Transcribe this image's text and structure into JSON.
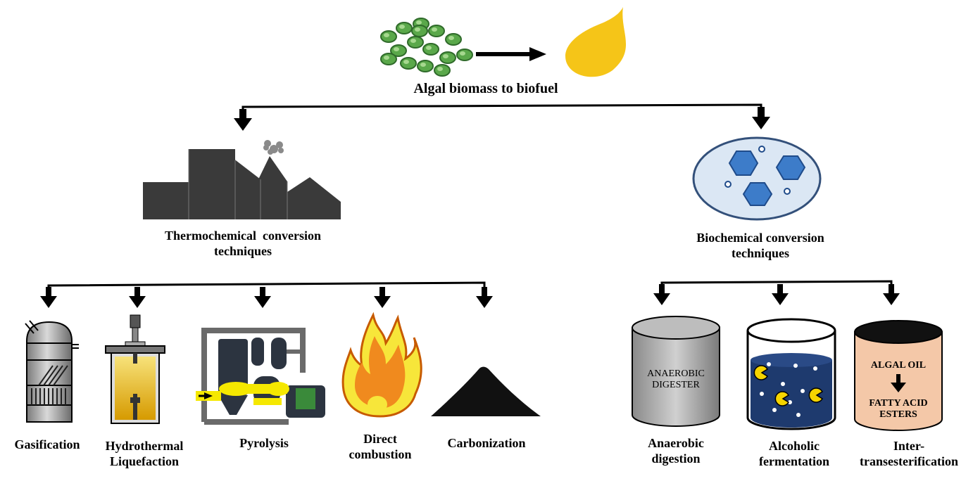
{
  "title": "Algal biomass to biofuel",
  "branches": {
    "thermochemical": {
      "label_line1": "Thermochemical  conversion",
      "label_line2": "techniques",
      "methods": [
        "Gasification",
        "Hydrothermal",
        "Liquefaction",
        "Pyrolysis",
        "Direct",
        "combustion",
        "Carbonization"
      ]
    },
    "biochemical": {
      "label_line1": "Biochemical conversion",
      "label_line2": "techniques",
      "methods": [
        "Anaerobic",
        "digestion",
        "Alcoholic",
        "fermentation",
        "Inter-",
        "transesterification"
      ]
    }
  },
  "tank_labels": {
    "digester_line1": "ANAEROBIC",
    "digester_line2": "DIGESTER",
    "oil": "ALGAL OIL",
    "esters_line1": "FATTY ACID",
    "esters_line2": "ESTERS"
  },
  "colors": {
    "arrow": "#000000",
    "algae": "#5aa84a",
    "fuel_drop": "#f5c518",
    "factory": "#3a3a3a",
    "petri_dish": "#dbe7f4",
    "hexagon": "#3d7cc9",
    "flame_outer": "#f7e63a",
    "flame_inner": "#f08a1e",
    "reactor_liquid": "#f2c200",
    "fermenter_liquid": "#1e3a6e",
    "ester_tank": "#f4c8a8",
    "digester": "#9a9a9a"
  },
  "icons": [
    "algae-cells-icon",
    "fuel-drop-icon",
    "factory-icon",
    "petri-dish-icon",
    "gasifier-icon",
    "hydrothermal-reactor-icon",
    "pyrolysis-plant-icon",
    "flame-icon",
    "charcoal-pile-icon",
    "digester-tank-icon",
    "fermenter-tank-icon",
    "ester-tank-icon"
  ]
}
